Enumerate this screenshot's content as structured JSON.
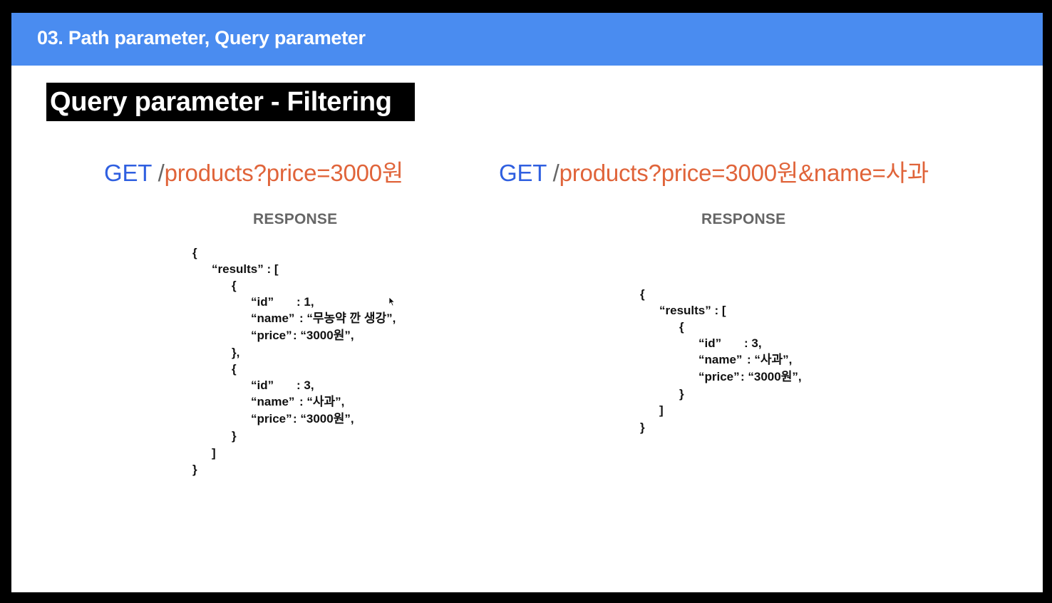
{
  "header": {
    "title": "03. Path parameter, Query parameter"
  },
  "section_title": "Query parameter - Filtering",
  "left": {
    "method": "GET",
    "path": "/products?price=3000원",
    "response_label": "RESPONSE",
    "json": {
      "open": "{",
      "results_key": "“results” : [",
      "item1_open": "{",
      "item1_id_key": "“id”",
      "item1_id_val": ": 1,",
      "item1_name_key": "“name”",
      "item1_name_val": ": “무농약 깐 생강”,",
      "item1_price_key": "“price”",
      "item1_price_val": ": “3000원”,",
      "item1_close": "},",
      "item2_open": "{",
      "item2_id_key": "“id”",
      "item2_id_val": ": 3,",
      "item2_name_key": "“name”",
      "item2_name_val": ": “사과”,",
      "item2_price_key": "“price”",
      "item2_price_val": ": “3000원”,",
      "item2_close": "}",
      "results_close": "]",
      "close": "}"
    }
  },
  "right": {
    "method": "GET",
    "path": "/products?price=3000원&name=사과",
    "response_label": "RESPONSE",
    "json": {
      "open": "{",
      "results_key": "“results” : [",
      "item_open": "{",
      "item_id_key": "“id”",
      "item_id_val": ": 3,",
      "item_name_key": "“name”",
      "item_name_val": ": “사과”,",
      "item_price_key": "“price”",
      "item_price_val": ": “3000원”,",
      "item_close": "}",
      "results_close": "]",
      "close": "}"
    }
  }
}
